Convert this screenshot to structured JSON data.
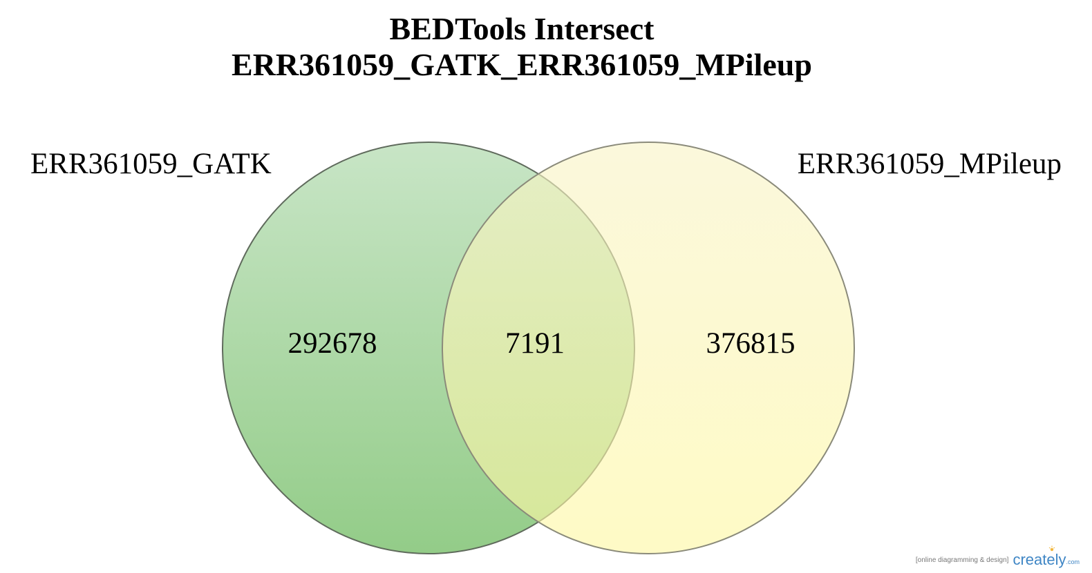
{
  "diagram": {
    "type": "venn",
    "title_line1": "BEDTools Intersect",
    "title_line2": "ERR361059_GATK_ERR361059_MPileup",
    "sets": [
      {
        "name": "ERR361059_GATK",
        "only_count": "292678",
        "color_top": "#c8e5c6",
        "color_bottom": "#93cc88"
      },
      {
        "name": "ERR361059_MPileup",
        "only_count": "376815",
        "color_top": "#f8f4c6",
        "color_bottom": "#fef7a2"
      }
    ],
    "intersection_count": "7191"
  },
  "watermark": {
    "tagline": "[online diagramming & design]",
    "logo": "creately",
    "suffix": ".com"
  }
}
